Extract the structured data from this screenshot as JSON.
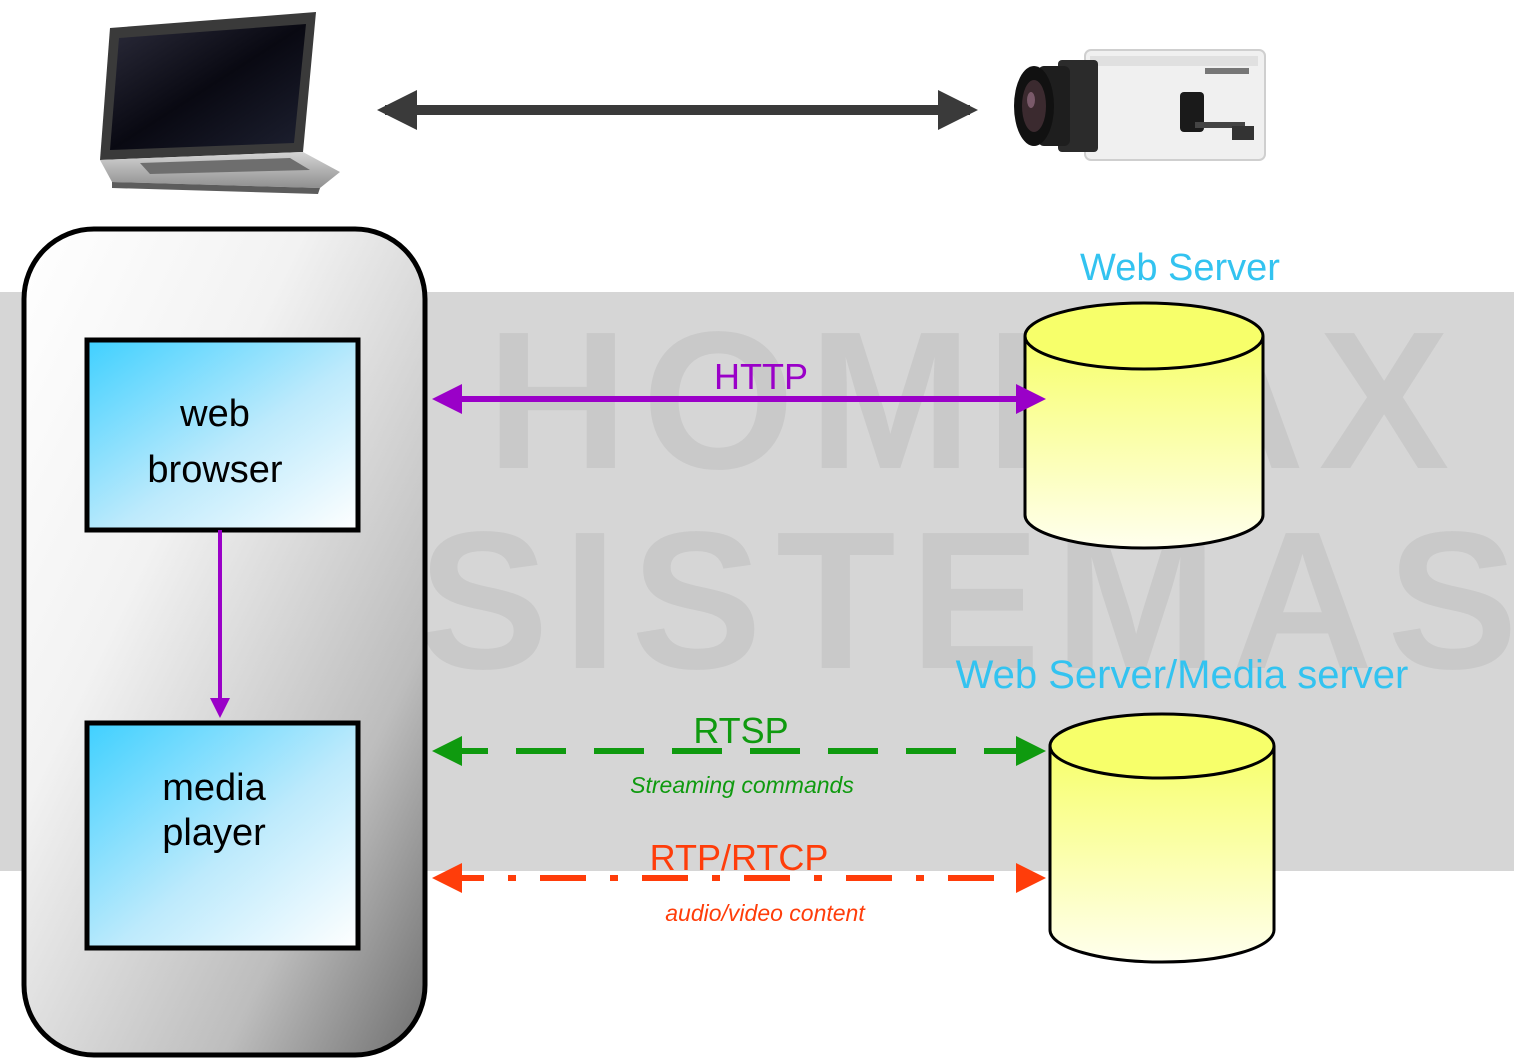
{
  "colors": {
    "watermark_band": "#d6d6d6",
    "watermark_text": "#c8c8c8",
    "server_title": "#33c3f0",
    "http": "#9a00c8",
    "rtsp": "#0f9a0f",
    "rtp": "#ff3d0a",
    "arrow_top": "#3a3a3a",
    "cylinder_fill": "#fbff8c",
    "box_fill": "#4ccff7"
  },
  "watermark": {
    "line1": "HOMMAX",
    "line2": "SISTEMAS"
  },
  "icons": {
    "laptop": "laptop-icon",
    "camera": "ip-camera-icon"
  },
  "client": {
    "web_browser": [
      "web",
      "browser"
    ],
    "media_player": [
      "media",
      "player"
    ]
  },
  "servers": {
    "web_server": "Web Server",
    "media_server": "Web Server/Media server"
  },
  "links": {
    "http": {
      "label": "HTTP"
    },
    "rtsp": {
      "label": "RTSP",
      "sublabel": "Streaming commands"
    },
    "rtp": {
      "label": "RTP/RTCP",
      "sublabel": "audio/video content"
    }
  }
}
